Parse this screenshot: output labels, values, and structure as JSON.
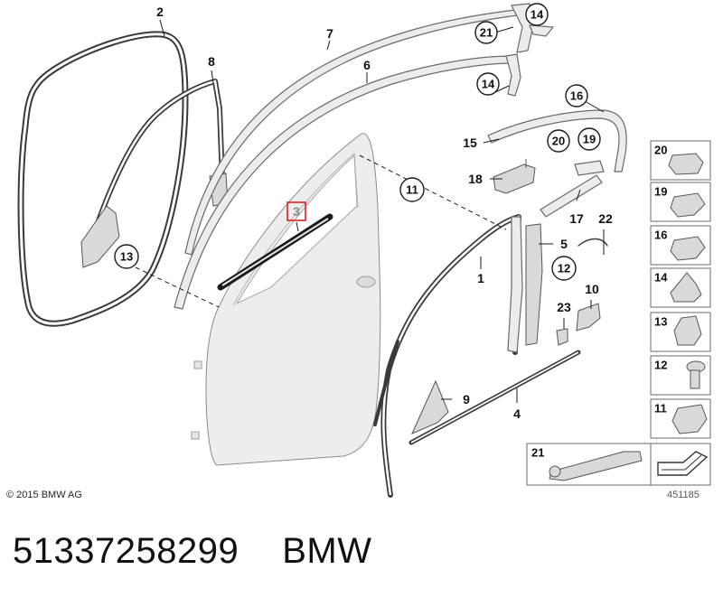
{
  "diagram": {
    "copyright": "© 2015 BMW AG",
    "diagram_id": "451185",
    "highlighted_part": "3",
    "labels": {
      "p1": "1",
      "p2": "2",
      "p3": "3",
      "p4": "4",
      "p5": "5",
      "p6": "6",
      "p7": "7",
      "p8": "8",
      "p9": "9",
      "p10": "10",
      "p15": "15",
      "p17": "17",
      "p18": "18",
      "p22": "22",
      "p23": "23"
    },
    "callouts": {
      "c11": "11",
      "c12": "12",
      "c13": "13",
      "c14a": "14",
      "c14b": "14",
      "c16": "16",
      "c19": "19",
      "c20": "20",
      "c21": "21"
    },
    "legend": [
      "20",
      "19",
      "16",
      "14",
      "13",
      "12",
      "11"
    ],
    "legend_wide": "21"
  },
  "caption": {
    "part_number": "51337258299",
    "brand": "BMW"
  },
  "colors": {
    "highlight": "#e0201e",
    "line": "#3a3a3a",
    "part_fill": "#d9d9d9"
  }
}
